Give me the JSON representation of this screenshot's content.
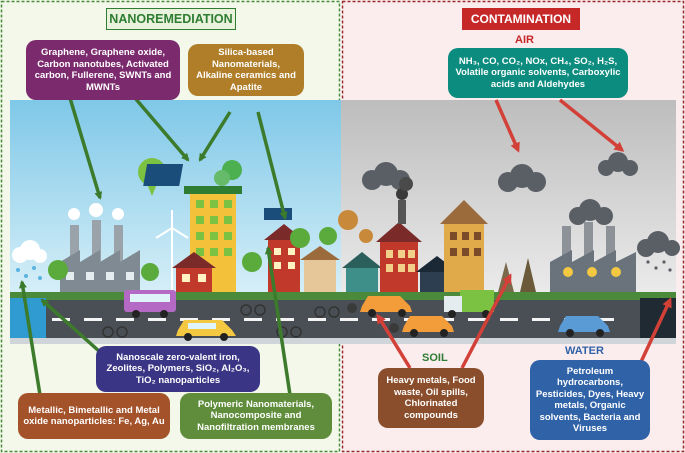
{
  "left_title": "NANOREMEDIATION",
  "right_title": "CONTAMINATION",
  "air_label": "AIR",
  "soil_label": "SOIL",
  "water_label": "WATER",
  "boxes": {
    "graphene": "Graphene, Graphene oxide, Carbon nanotubes, Activated carbon, Fullerene, SWNTs and MWNTs",
    "silica": "Silica-based Nanomaterials, Alkaline ceramics and Apatite",
    "nzvi": "Nanoscale zero-valent iron, Zeolites, Polymers, SiO₂, Al₂O₃, TiO₂ nanoparticles",
    "metallic": "Metallic, Bimetallic and Metal oxide nanoparticles: Fe, Ag, Au",
    "polymeric": "Polymeric Nanomaterials, Nanocomposite and Nanofiltration membranes",
    "air": "NH₃, CO, CO₂, NOx, CH₄, SO₂, H₂S, Volatile organic solvents, Carboxylic acids and Aldehydes",
    "soil": "Heavy metals, Food waste, Oil spills, Chlorinated compounds",
    "water": "Petroleum hydrocarbons, Pesticides, Dyes, Heavy metals, Organic solvents, Bacteria and Viruses"
  },
  "colors": {
    "left_bg": "#f3f8ea",
    "right_bg": "#fbecee",
    "left_border": "#4a8a3a",
    "right_border": "#9a2a2a",
    "left_title_bg": "#e8f2dc",
    "left_title_text": "#2e7d32",
    "right_title_bg": "#c62828",
    "purple": "#7b2a6e",
    "gold": "#b07e28",
    "navy": "#3a3585",
    "rust": "#a4522a",
    "green": "#5f8d3b",
    "teal": "#0b8c7e",
    "brown": "#8a4e2c",
    "blue": "#3062a8",
    "green_arrow": "#3c7a2c",
    "red_arrow": "#d24038"
  }
}
